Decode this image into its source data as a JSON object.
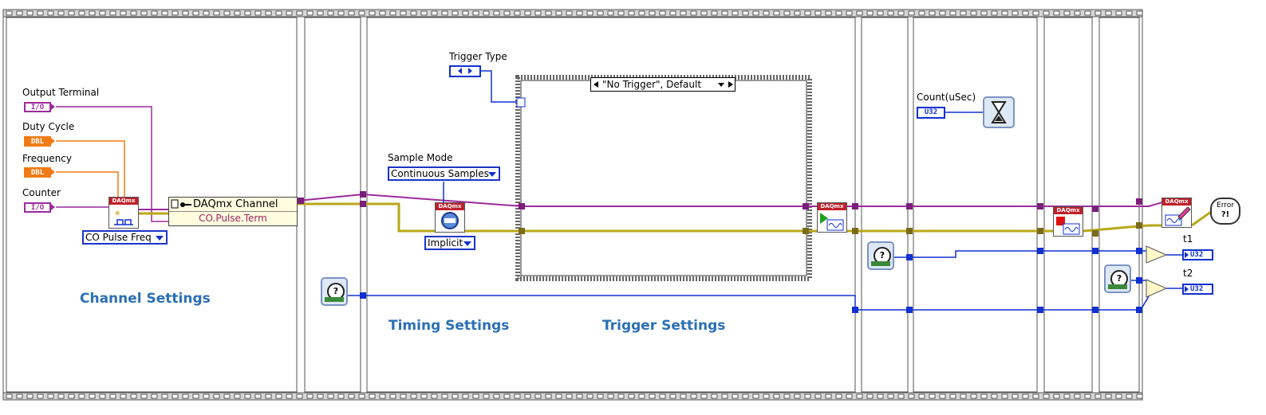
{
  "controls": {
    "output_terminal": {
      "label": "Output Terminal",
      "type": "I/O"
    },
    "duty_cycle": {
      "label": "Duty Cycle",
      "type": "DBL"
    },
    "frequency": {
      "label": "Frequency",
      "type": "DBL"
    },
    "counter": {
      "label": "Counter",
      "type": "I/O"
    },
    "trigger_type": {
      "label": "Trigger Type"
    },
    "sample_mode": {
      "label": "Sample Mode",
      "value": "Continuous Samples"
    },
    "count_usec": {
      "label": "Count(uSec)",
      "type": "U32"
    }
  },
  "nodes": {
    "daqmx_tag": "DAQmx",
    "create_channel_mode": "CO Pulse Freq",
    "channel_property": {
      "title": "DAQmx Channel",
      "property": "CO.Pulse.Term"
    },
    "timing_mode": "Implicit",
    "case_selector": "\"No Trigger\", Default",
    "error_handler": "Error",
    "error_glyph": "?!"
  },
  "indicators": {
    "t1": {
      "label": "t1",
      "type": "U32"
    },
    "t2": {
      "label": "t2",
      "type": "U32"
    }
  },
  "sections": {
    "channel": "Channel Settings",
    "timing": "Timing Settings",
    "trigger": "Trigger Settings"
  },
  "icons": {
    "wait_glyph": "?",
    "hourglass": "hourglass-icon"
  },
  "colors": {
    "io_wire": "#9c2a9c",
    "dbl_wire": "#f07b14",
    "task_wire": "#3a3a3a",
    "error_wire": "#b8a817",
    "u32_wire": "#1030d0",
    "section_title": "#2a6fb5",
    "daqmx_header": "#c0202a"
  }
}
